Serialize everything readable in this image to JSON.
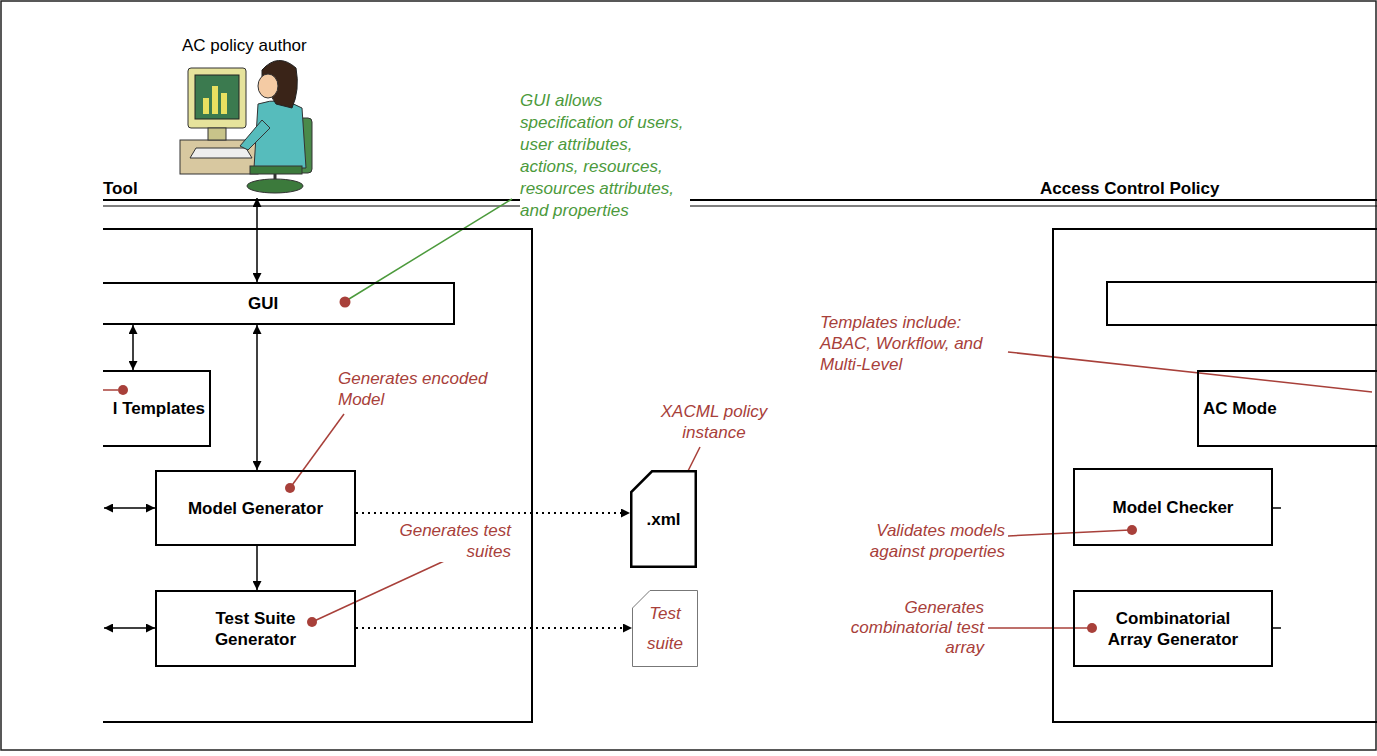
{
  "diagram": {
    "nodes": [
      {
        "text": [
          "Tool"
        ]
      },
      {
        "text": [
          "GUI"
        ],
        "in": 0
      },
      {
        "text": [
          "l Templates"
        ],
        "in": 0
      },
      {
        "text": [
          "Model Generator"
        ],
        "in": 0
      },
      {
        "text": [
          "Test Suite Generator"
        ],
        "in": 0
      },
      {
        "text": [
          ".xml"
        ]
      },
      {
        "text": [
          "Test suite"
        ]
      },
      {
        "text": [
          "Access Control Policy"
        ]
      },
      {
        "text": [
          "AC Mode"
        ],
        "in": 7
      },
      {
        "text": [
          "Model Checker"
        ],
        "in": 7
      },
      {
        "text": [
          "Combinatorial Array Generator"
        ],
        "in": 7
      }
    ],
    "edges": [
      {
        "from": 1,
        "to": 2,
        "arrow": "both"
      },
      {
        "from": 1,
        "to": 3,
        "arrow": "both"
      },
      {
        "from": 3,
        "to": 4,
        "arrow": "to"
      },
      {
        "from": 3,
        "to": 5,
        "arrow": "to"
      },
      {
        "from": 4,
        "to": 6,
        "arrow": "to"
      }
    ],
    "labels": [
      "AC policy author",
      "GUI allows specification of users, user attributes, actions, resources, resources attributes, and properties",
      "Generates encoded Model",
      "XACML policy instance",
      "Generates test suites",
      "Templates include: ABAC, Workflow, and Multi-Level",
      "Validates models against properties",
      "Generates combinatorial test array"
    ]
  }
}
